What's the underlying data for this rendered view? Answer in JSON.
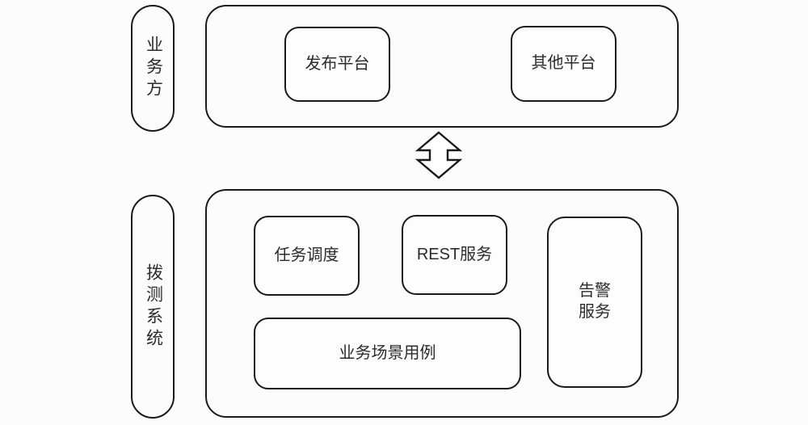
{
  "diagram": {
    "type": "architecture-block-diagram",
    "background_color": "#fcfcfc",
    "stroke_color": "#1a1a1a",
    "text_color": "#2b2b2b",
    "lanes": [
      {
        "id": "business",
        "label": "业务方",
        "nodes": [
          {
            "id": "publish-platform",
            "label": "发布平台"
          },
          {
            "id": "other-platform",
            "label": "其他平台"
          }
        ]
      },
      {
        "id": "probe-system",
        "label": "拨测系统",
        "nodes": [
          {
            "id": "task-schedule",
            "label": "任务调度"
          },
          {
            "id": "rest-service",
            "label": "REST服务"
          },
          {
            "id": "alert-service",
            "label": "告警服务"
          },
          {
            "id": "business-usecase",
            "label": "业务场景用例"
          }
        ]
      }
    ],
    "connector": {
      "id": "bidirectional-arrow",
      "icon": "double-headed-vertical-arrow-icon",
      "direction": "bidirectional",
      "from": "business",
      "to": "probe-system",
      "fill": "#ffffff",
      "stroke": "#1a1a1a"
    }
  }
}
